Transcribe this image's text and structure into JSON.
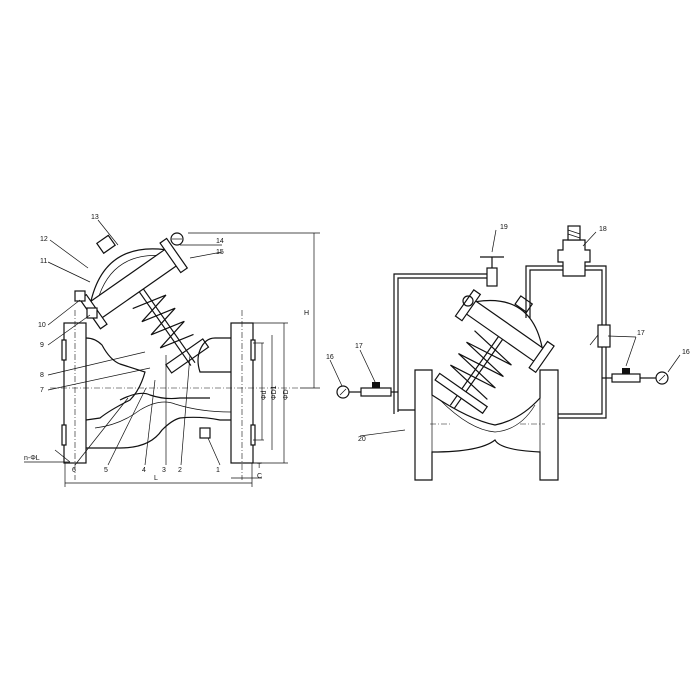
{
  "left_view": {
    "part_labels": [
      "1",
      "2",
      "3",
      "4",
      "5",
      "6",
      "7",
      "8",
      "9",
      "10",
      "11",
      "12",
      "13",
      "14",
      "15"
    ],
    "dimension_labels": {
      "H": "H",
      "L": "L",
      "T": "T",
      "C": "C",
      "d": "Φd",
      "D1": "ΦD1",
      "D": "ΦD",
      "bolts": "n-ΦL"
    }
  },
  "right_view": {
    "part_labels": [
      "16",
      "16",
      "17",
      "17",
      "18",
      "19",
      "20"
    ]
  },
  "colors": {
    "line": "#111111",
    "background": "#ffffff"
  }
}
